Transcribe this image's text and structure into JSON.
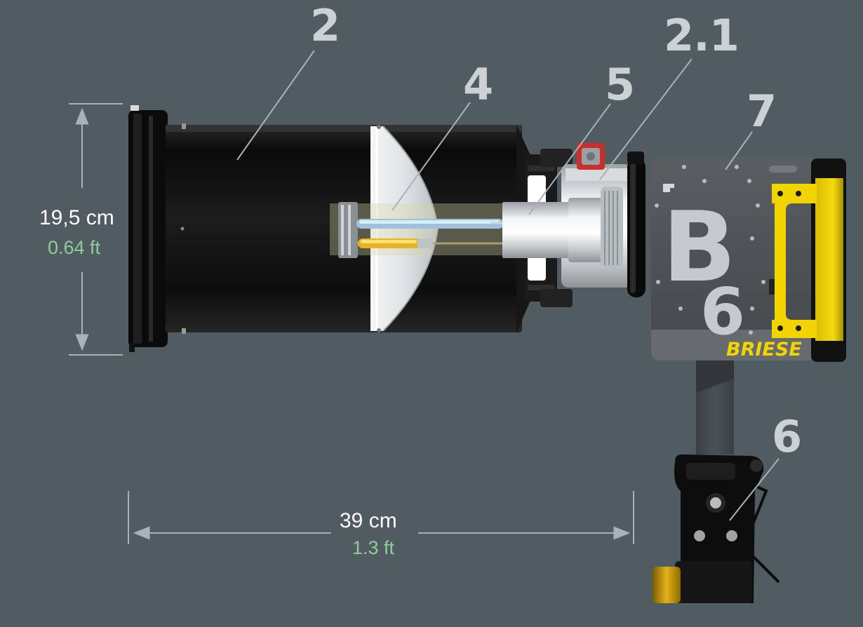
{
  "callouts": {
    "c2": "2",
    "c2_1": "2.1",
    "c4": "4",
    "c5": "5",
    "c6": "6",
    "c7": "7"
  },
  "dimensions": {
    "height": {
      "metric": "19,5 cm",
      "imperial": "0.64 ft"
    },
    "length": {
      "metric": "39 cm",
      "imperial": "1.3 ft"
    }
  },
  "housing_label": {
    "big_letter": "B",
    "big_number": "6",
    "brand": "BRIESE"
  },
  "colors": {
    "background": "#515b62",
    "callout_text": "#ccd1d4",
    "imperial_text": "#8ccf99",
    "handle_yellow": "#f2d500",
    "brand_yellow": "#f2d500"
  }
}
